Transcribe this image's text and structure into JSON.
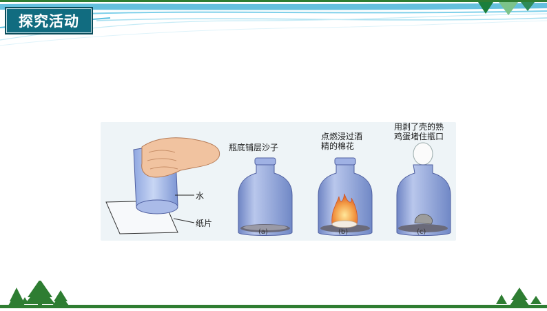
{
  "title": "探究活动",
  "figure": {
    "left_panel": {
      "water_label": "水",
      "paper_label": "纸片"
    },
    "bottles": [
      {
        "caption": "(a)",
        "label_lines": [
          "瓶底铺层沙子"
        ]
      },
      {
        "caption": "(b)",
        "label_lines": [
          "点燃浸过酒",
          "精的棉花"
        ]
      },
      {
        "caption": "(c)",
        "label_lines": [
          "用剥了壳的熟",
          "鸡蛋堵住瓶口"
        ]
      }
    ]
  },
  "colors": {
    "title_bg": "#116c80",
    "footer_green": "#2f7d32",
    "header_blue": "#3fb2d6"
  }
}
